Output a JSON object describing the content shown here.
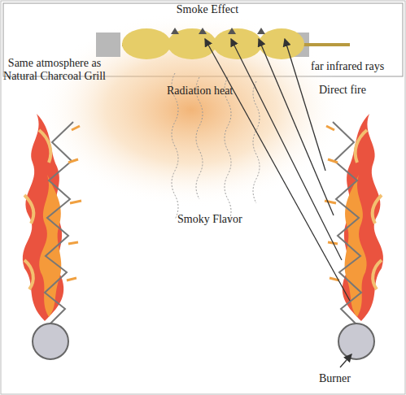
{
  "diagram": {
    "labels": [
      "Smoke Effect",
      "Same atmosphere as Natural Charcoal Grill",
      "far infrared rays",
      "Radiation heat",
      "Direct fire",
      "Smoky Flavor",
      "Burner"
    ]
  }
}
